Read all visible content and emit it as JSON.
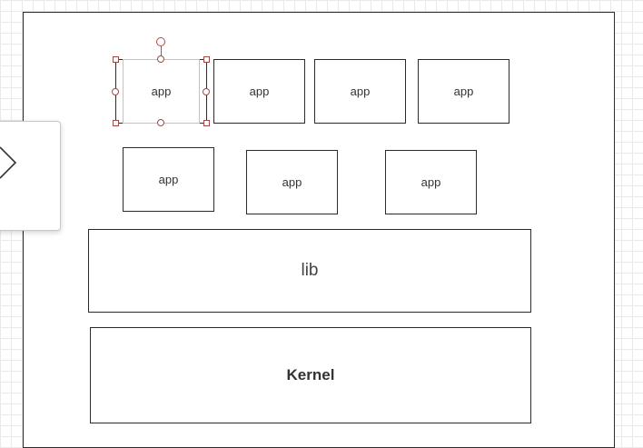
{
  "diagram": {
    "apps": [
      {
        "label": "app"
      },
      {
        "label": "app"
      },
      {
        "label": "app"
      },
      {
        "label": "app"
      },
      {
        "label": "app"
      },
      {
        "label": "app"
      },
      {
        "label": "app"
      }
    ],
    "lib": {
      "label": "lib"
    },
    "kernel": {
      "label": "Kernel"
    }
  },
  "side_panel": {
    "toggle_icon": "chevron-right-icon"
  },
  "colors": {
    "stroke": "#2b2b2b",
    "selection_outline": "#e2c27a",
    "handle": "#9b4a4a",
    "grid": "#e9e9e9"
  }
}
